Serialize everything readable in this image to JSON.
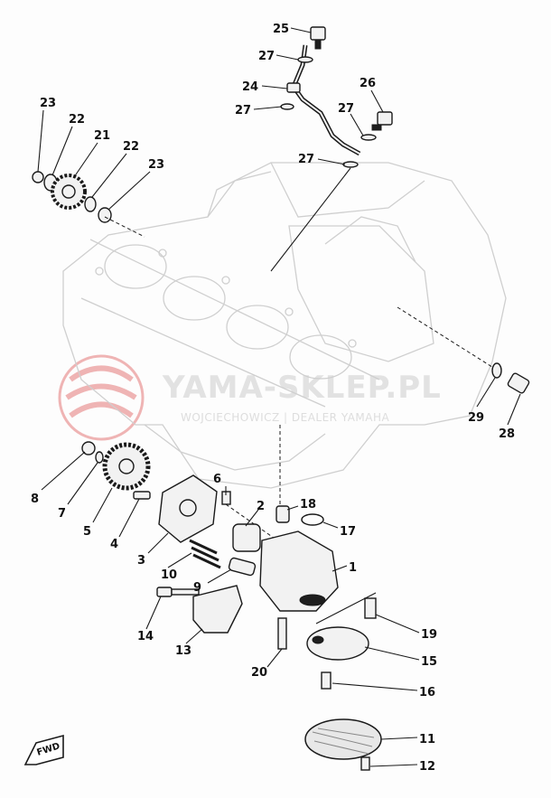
{
  "watermark": {
    "title": "YAMA-SKLEP.PL",
    "subtitle": "WOJCIECHOWICZ | DEALER YAMAHA",
    "logo_color": "#e8a0a0"
  },
  "direction_marker": "FWD",
  "callouts": {
    "c1": "1",
    "c2": "2",
    "c3": "3",
    "c4": "4",
    "c5": "5",
    "c6": "6",
    "c7": "7",
    "c8": "8",
    "c9": "9",
    "c10": "10",
    "c11": "11",
    "c12": "12",
    "c13": "13",
    "c14": "14",
    "c15": "15",
    "c16": "16",
    "c17": "17",
    "c18": "18",
    "c19": "19",
    "c20": "20",
    "c21": "21",
    "c22a": "22",
    "c22b": "22",
    "c23a": "23",
    "c23b": "23",
    "c24": "24",
    "c25": "25",
    "c26": "26",
    "c27a": "27",
    "c27b": "27",
    "c27c": "27",
    "c27d": "27",
    "c28": "28",
    "c29": "29"
  }
}
